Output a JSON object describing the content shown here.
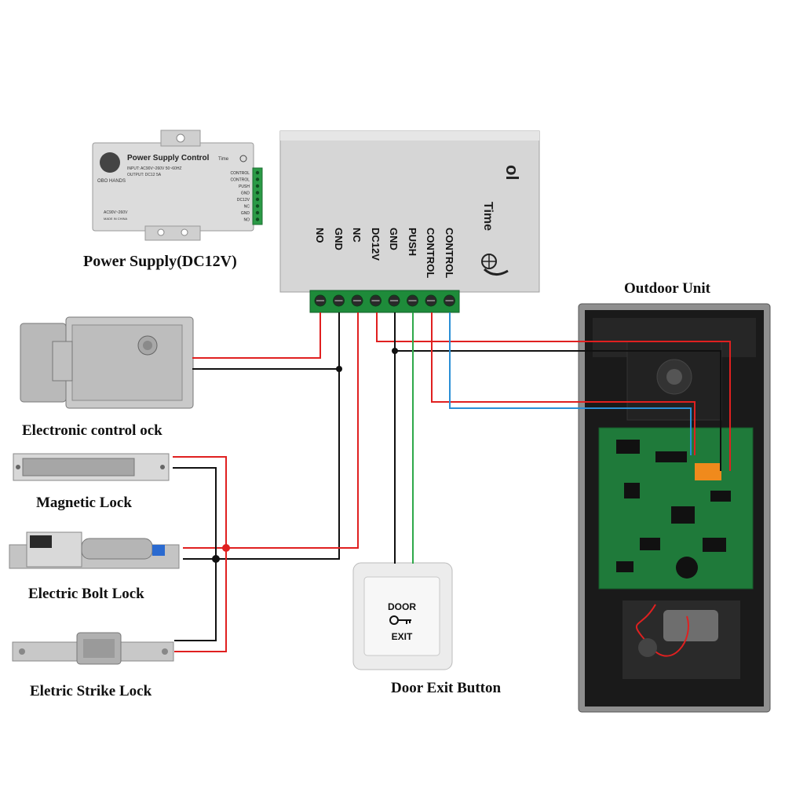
{
  "labels": {
    "power_supply": "Power Supply(DC12V)",
    "outdoor_unit": "Outdoor Unit",
    "electronic_control_lock": "Electronic control ock",
    "magnetic_lock": "Magnetic Lock",
    "electric_bolt_lock": "Electric Bolt Lock",
    "electric_strike_lock": "Eletric Strike Lock",
    "door_exit_button": "Door Exit Button"
  },
  "small_psu": {
    "title": "Power Supply Control",
    "brand": "OBO HANDS",
    "input": "INPUT: AC90V~260V 50~60HZ",
    "output": "OUTPUT: DC12 5A",
    "bottom1": "AC90V~260V",
    "bottom2": "MADE IN CHINA",
    "time": "Time",
    "terminals": [
      "CONTROL",
      "CONTROL",
      "PUSH",
      "GND",
      "DC12V",
      "NC",
      "GND",
      "NO"
    ]
  },
  "big_psu": {
    "time": "Time",
    "corner_text": "ol",
    "terminals": [
      "NO",
      "GND",
      "NC",
      "DC12V",
      "GND",
      "PUSH",
      "CONTROL",
      "CONTROL"
    ]
  },
  "exit_button": {
    "line1": "DOOR",
    "line2": "EXIT"
  },
  "colors": {
    "red_wire": "#e02020",
    "black_wire": "#111111",
    "green_wire": "#2ea84a",
    "blue_wire": "#2a8fd6",
    "terminal_green": "#1e8b3a",
    "pcb_green": "#1f7a3a"
  }
}
